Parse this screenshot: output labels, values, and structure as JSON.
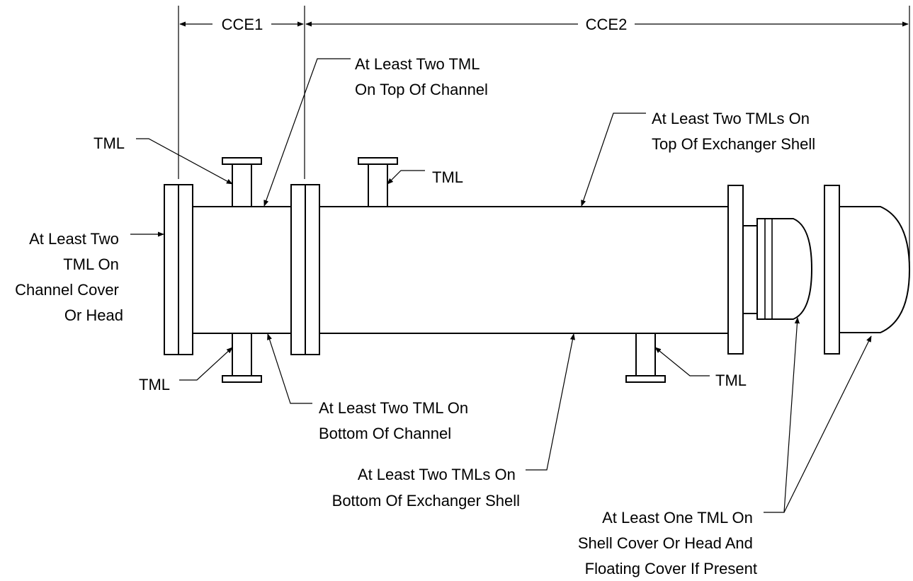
{
  "labels": {
    "cce1": "CCE1",
    "cce2": "CCE2",
    "channel_top": [
      "At Least Two TML",
      "On Top Of Channel"
    ],
    "shell_top": [
      "At Least Two TMLs On",
      "Top Of Exchanger Shell"
    ],
    "tml_top_left": "TML",
    "tml_top_middle": "TML",
    "channel_cover": [
      "At Least Two",
      "TML On",
      "Channel Cover",
      "Or Head"
    ],
    "tml_bottom_left": "TML",
    "channel_bottom": [
      "At Least Two TML On",
      "Bottom Of Channel"
    ],
    "shell_bottom": [
      "At Least Two TMLs On",
      "Bottom Of Exchanger Shell"
    ],
    "tml_bottom_right": "TML",
    "shell_cover": [
      "At Least One TML On",
      "Shell Cover Or Head And",
      "Floating Cover If Present"
    ]
  }
}
